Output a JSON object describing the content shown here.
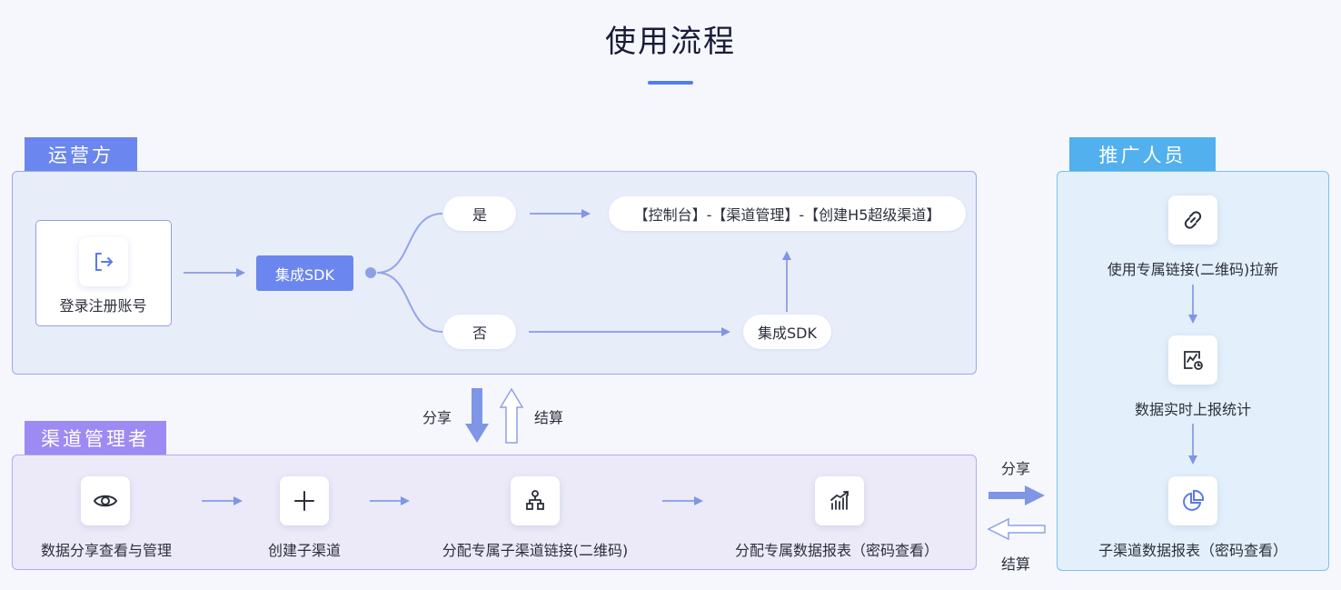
{
  "page": {
    "title": "使用流程"
  },
  "operator": {
    "tag": "运营方",
    "login_label": "登录注册账号",
    "sdk_button": "集成SDK",
    "yes_label": "是",
    "no_label": "否",
    "console_path": "【控制台】-【渠道管理】-【创建H5超级渠道】",
    "sdk_node": "集成SDK"
  },
  "flow_between": {
    "share_label": "分享",
    "settle_label": "结算"
  },
  "channel_manager": {
    "tag": "渠道管理者",
    "steps": [
      {
        "label": "数据分享查看与管理",
        "icon": "eye-icon"
      },
      {
        "label": "创建子渠道",
        "icon": "plus-icon"
      },
      {
        "label": "分配专属子渠道链接(二维码)",
        "icon": "hierarchy-icon"
      },
      {
        "label": "分配专属数据报表（密码查看）",
        "icon": "bar-chart-icon"
      }
    ]
  },
  "side_flow": {
    "share_label": "分享",
    "settle_label": "结算"
  },
  "promoter": {
    "tag": "推广人员",
    "steps": [
      {
        "label": "使用专属链接(二维码)拉新",
        "icon": "link-icon"
      },
      {
        "label": "数据实时上报统计",
        "icon": "report-clock-icon"
      },
      {
        "label": "子渠道数据报表（密码查看）",
        "icon": "pie-chart-icon"
      }
    ]
  }
}
